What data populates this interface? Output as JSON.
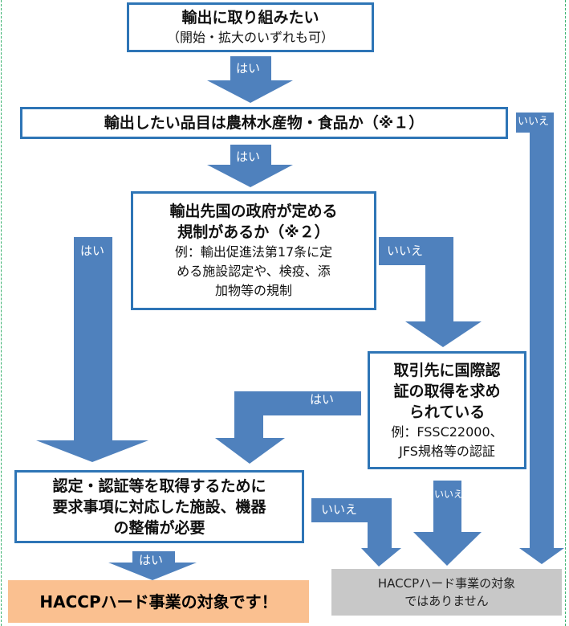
{
  "colors": {
    "arrow": "#4f81bd",
    "box_border": "#2e75b6",
    "target": "#fac090",
    "not_target": "#c8c8c8",
    "frame": "#3cb371"
  },
  "start": {
    "title": "輸出に取り組みたい",
    "sub": "（開始・拡大のいずれも可）"
  },
  "q1": {
    "title": "輸出したい品目は農林水産物・食品か（※１）"
  },
  "q2": {
    "title1": "輸出先国の政府が定める",
    "title2": "規制があるか（※２）",
    "ex1": "例：輸出促進法第17条に定",
    "ex2": "める施設認定や、検疫、添",
    "ex3": "加物等の規制"
  },
  "q3": {
    "title1": "取引先に国際認",
    "title2": "証の取得を求め",
    "title3": "られている",
    "ex1": "例：FSSC22000、",
    "ex2": "JFS規格等の認証"
  },
  "q4": {
    "line1": "認定・認証等を取得するために",
    "line2": "要求事項に対応した施設、機器",
    "line3": "の整備が必要"
  },
  "result_yes": "HACCPハード事業の対象です！",
  "result_no": {
    "line1": "HACCPハード事業の対象",
    "line2": "ではありません"
  },
  "labels": {
    "yes": "はい",
    "no": "いいえ"
  }
}
